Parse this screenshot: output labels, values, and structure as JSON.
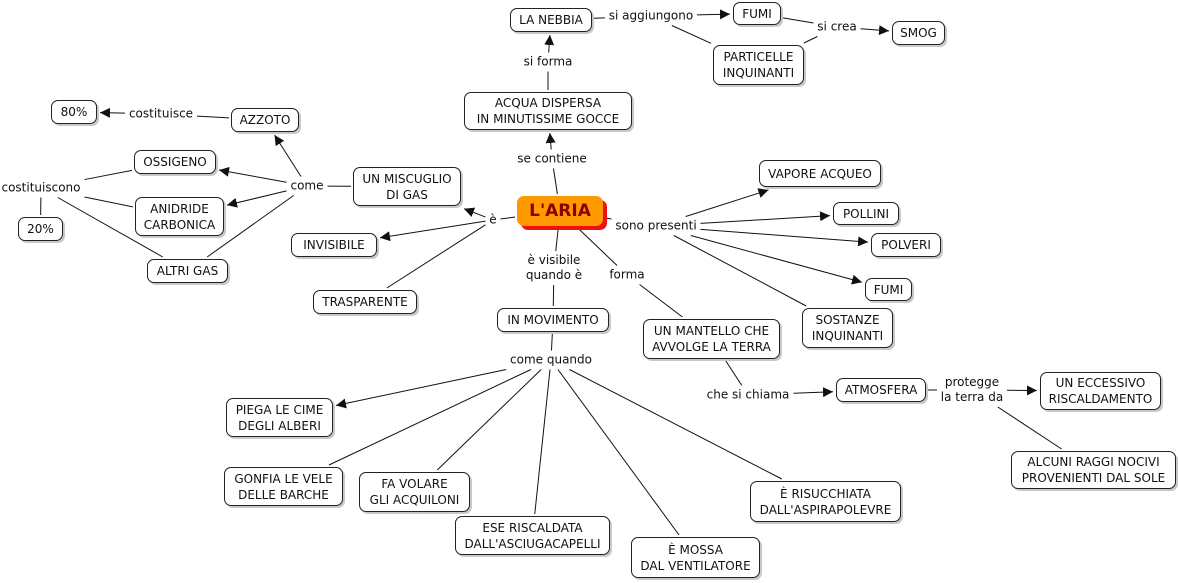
{
  "title": "L'ARIA",
  "colors": {
    "main_fill": "#ff9900",
    "main_text": "#8b0000",
    "main_shadow": "#ee1111",
    "line": "#111111"
  },
  "concepts": [
    {
      "id": "aria",
      "label": "L'ARIA",
      "main": true
    },
    {
      "id": "nebbia",
      "label": "LA NEBBIA"
    },
    {
      "id": "fumi1",
      "label": "FUMI"
    },
    {
      "id": "smog",
      "label": "SMOG"
    },
    {
      "id": "particelle",
      "label": "PARTICELLE\nINQUINANTI"
    },
    {
      "id": "acqua",
      "label": "ACQUA DISPERSA\nIN MINUTISSIME GOCCE"
    },
    {
      "id": "p80",
      "label": "80%"
    },
    {
      "id": "azzoto",
      "label": "AZZOTO"
    },
    {
      "id": "ossigeno",
      "label": "OSSIGENO"
    },
    {
      "id": "anidride",
      "label": "ANIDRIDE\nCARBONICA"
    },
    {
      "id": "p20",
      "label": "20%"
    },
    {
      "id": "altrigas",
      "label": "ALTRI GAS"
    },
    {
      "id": "miscuglio",
      "label": "UN MISCUGLIO\nDI GAS"
    },
    {
      "id": "invisibile",
      "label": "INVISIBILE"
    },
    {
      "id": "trasparente",
      "label": "TRASPARENTE"
    },
    {
      "id": "vapore",
      "label": "VAPORE ACQUEO"
    },
    {
      "id": "pollini",
      "label": "POLLINI"
    },
    {
      "id": "polveri",
      "label": "POLVERI"
    },
    {
      "id": "fumi2",
      "label": "FUMI"
    },
    {
      "id": "sostanze",
      "label": "SOSTANZE\nINQUINANTI"
    },
    {
      "id": "movimento",
      "label": "IN MOVIMENTO"
    },
    {
      "id": "mantello",
      "label": "UN MANTELLO CHE\nAVVOLGE LA TERRA"
    },
    {
      "id": "atmosfera",
      "label": "ATMOSFERA"
    },
    {
      "id": "riscaldamento",
      "label": "UN ECCESSIVO\nRISCALDAMENTO"
    },
    {
      "id": "raggi",
      "label": "ALCUNI RAGGI NOCIVI\nPROVENIENTI DAL SOLE"
    },
    {
      "id": "piega",
      "label": "PIEGA LE CIME\nDEGLI ALBERI"
    },
    {
      "id": "gonfia",
      "label": "GONFIA LE VELE\nDELLE BARCHE"
    },
    {
      "id": "volare",
      "label": "FA VOLARE\nGLI ACQUILONI"
    },
    {
      "id": "riscaldata",
      "label": "ESE RISCALDATA\nDALL'ASCIUGACAPELLI"
    },
    {
      "id": "mossa",
      "label": "È MOSSA\nDAL VENTILATORE"
    },
    {
      "id": "risucchiata",
      "label": "È RISUCCHIATA\nDALL'ASPIRAPOLEVRE"
    }
  ],
  "linking_phrases": [
    {
      "id": "si_aggiungono",
      "label": "si aggiungono"
    },
    {
      "id": "si_crea",
      "label": "si crea"
    },
    {
      "id": "si_forma",
      "label": "si forma"
    },
    {
      "id": "se_contiene",
      "label": "se contiene"
    },
    {
      "id": "costituisce",
      "label": "costituisce"
    },
    {
      "id": "costituiscono",
      "label": "costituiscono"
    },
    {
      "id": "come",
      "label": "come"
    },
    {
      "id": "e",
      "label": "è"
    },
    {
      "id": "sono_presenti",
      "label": "sono presenti"
    },
    {
      "id": "e_visibile",
      "label": "è visibile\nquando è"
    },
    {
      "id": "forma",
      "label": "forma"
    },
    {
      "id": "che_si_chiama",
      "label": "che si chiama"
    },
    {
      "id": "protegge",
      "label": "protegge\nla terra da"
    },
    {
      "id": "come_quando",
      "label": "come quando"
    }
  ],
  "connections": [
    [
      "aria",
      "se_contiene",
      false
    ],
    [
      "se_contiene",
      "acqua",
      true
    ],
    [
      "acqua",
      "si_forma",
      false
    ],
    [
      "si_forma",
      "nebbia",
      true
    ],
    [
      "nebbia",
      "si_aggiungono",
      false
    ],
    [
      "si_aggiungono",
      "fumi1",
      true
    ],
    [
      "si_aggiungono",
      "particelle",
      false
    ],
    [
      "fumi1",
      "si_crea",
      false
    ],
    [
      "particelle",
      "si_crea",
      false
    ],
    [
      "si_crea",
      "smog",
      true
    ],
    [
      "aria",
      "e",
      false
    ],
    [
      "e",
      "miscuglio",
      true
    ],
    [
      "e",
      "invisibile",
      true
    ],
    [
      "e",
      "trasparente",
      false
    ],
    [
      "miscuglio",
      "come",
      false
    ],
    [
      "come",
      "azzoto",
      true
    ],
    [
      "come",
      "ossigeno",
      true
    ],
    [
      "come",
      "anidride",
      true
    ],
    [
      "come",
      "altrigas",
      false
    ],
    [
      "azzoto",
      "costituisce",
      false
    ],
    [
      "costituisce",
      "p80",
      true
    ],
    [
      "ossigeno",
      "costituiscono",
      false
    ],
    [
      "anidride",
      "costituiscono",
      false
    ],
    [
      "altrigas",
      "costituiscono",
      false
    ],
    [
      "costituiscono",
      "p20",
      false
    ],
    [
      "aria",
      "sono_presenti",
      false
    ],
    [
      "sono_presenti",
      "vapore",
      true
    ],
    [
      "sono_presenti",
      "pollini",
      true
    ],
    [
      "sono_presenti",
      "polveri",
      true
    ],
    [
      "sono_presenti",
      "fumi2",
      true
    ],
    [
      "sono_presenti",
      "sostanze",
      false
    ],
    [
      "aria",
      "e_visibile",
      false
    ],
    [
      "e_visibile",
      "movimento",
      false
    ],
    [
      "aria",
      "forma",
      false
    ],
    [
      "forma",
      "mantello",
      false
    ],
    [
      "mantello",
      "che_si_chiama",
      false
    ],
    [
      "che_si_chiama",
      "atmosfera",
      true
    ],
    [
      "atmosfera",
      "protegge",
      false
    ],
    [
      "protegge",
      "riscaldamento",
      true
    ],
    [
      "protegge",
      "raggi",
      false
    ],
    [
      "movimento",
      "come_quando",
      false
    ],
    [
      "come_quando",
      "piega",
      true
    ],
    [
      "come_quando",
      "gonfia",
      false
    ],
    [
      "come_quando",
      "volare",
      false
    ],
    [
      "come_quando",
      "riscaldata",
      false
    ],
    [
      "come_quando",
      "mossa",
      false
    ],
    [
      "come_quando",
      "risucchiata",
      false
    ]
  ]
}
